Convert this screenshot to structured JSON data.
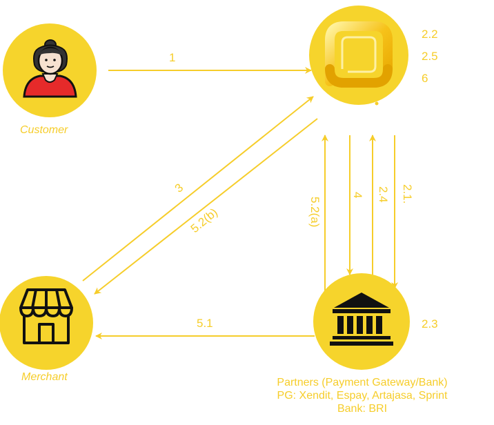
{
  "nodes": {
    "customer": {
      "caption": "Customer",
      "icon": "woman-avatar-icon"
    },
    "merchant": {
      "caption": "Merchant",
      "icon": "storefront-icon"
    },
    "platform": {
      "icon": "rounded-square-logo-icon",
      "dot": ".",
      "steps": [
        "2.2",
        "2.5",
        "6"
      ]
    },
    "partners": {
      "icon": "bank-building-icon",
      "step": "2.3",
      "lines": [
        "Partners (Payment Gateway/Bank)",
        "PG: Xendit, Espay, Artajasa, Sprint",
        "Bank: BRI"
      ]
    }
  },
  "edges": {
    "e1": "1",
    "e3": "3",
    "e52b": "5.2(b)",
    "e52a": "5.2(a)",
    "e4": "4",
    "e24": "2.4",
    "e21": "2.1.",
    "e51": "5.1"
  },
  "colors": {
    "accent": "#f6cd2a",
    "node_fill": "#f6d42c",
    "icon_dark": "#111111"
  }
}
